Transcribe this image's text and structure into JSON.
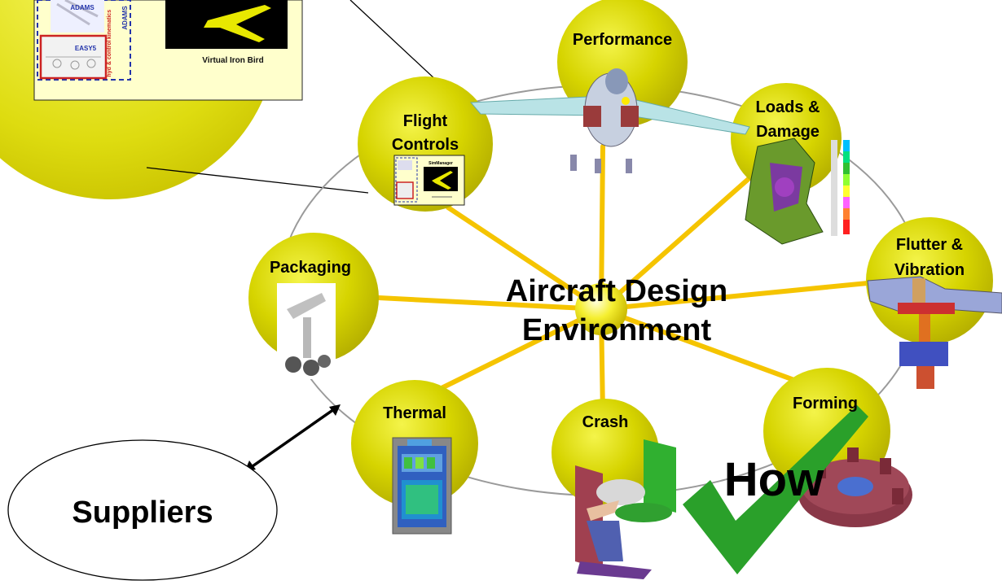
{
  "center": {
    "title_line1": "Aircraft Design",
    "title_line2": "Environment"
  },
  "nodes": {
    "performance": "Performance",
    "loads_line1": "Loads &",
    "loads_line2": "Damage",
    "flutter_line1": "Flutter &",
    "flutter_line2": "Vibration",
    "forming": "Forming",
    "crash": "Crash",
    "thermal": "Thermal",
    "packaging": "Packaging",
    "flight_line1": "Flight",
    "flight_line2": "Controls"
  },
  "zoom_inset": {
    "adams_label": "ADAMS",
    "adams_vertical": "ADAMS",
    "easy5_label": "EASY5",
    "kinematics_label": "kinematics",
    "hyd_control_label": "hyd & control",
    "virtual_iron_bird": "Virtual Iron Bird"
  },
  "mini_inset": {
    "simmanager": "SimManager"
  },
  "suppliers": "Suppliers",
  "how": "How",
  "colors": {
    "bubble": "#d4d400",
    "spoke": "#f5c400",
    "check": "#2aa02a",
    "ring": "#9a9a9a",
    "inset_bg": "#ffffcc"
  }
}
